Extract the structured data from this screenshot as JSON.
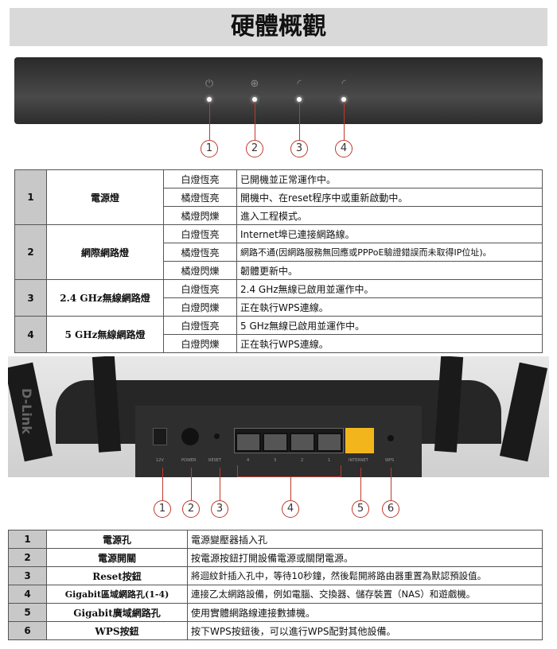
{
  "title": "硬體概觀",
  "top_callouts": [
    "1",
    "2",
    "3",
    "4"
  ],
  "led_table": [
    {
      "num": "1",
      "name": "電源燈",
      "rows": [
        [
          "白燈恆亮",
          "已開機並正常運作中。"
        ],
        [
          "橘燈恆亮",
          "開機中、在reset程序中或重新啟動中。"
        ],
        [
          "橘燈閃爍",
          "進入工程模式。"
        ]
      ]
    },
    {
      "num": "2",
      "name": "網際網路燈",
      "rows": [
        [
          "白燈恆亮",
          "Internet埠已連接網路線。"
        ],
        [
          "橘燈恆亮",
          "網路不通(因網路服務無回應或PPPoE驗證錯誤而未取得IP位址)。"
        ],
        [
          "橘燈閃爍",
          "韌體更新中。"
        ]
      ]
    },
    {
      "num": "3",
      "name": "2.4 GHz無線網路燈",
      "rows": [
        [
          "白燈恆亮",
          "2.4 GHz無線已啟用並運作中。"
        ],
        [
          "白燈閃爍",
          "正在執行WPS連線。"
        ]
      ]
    },
    {
      "num": "4",
      "name": "5 GHz無線網路燈",
      "rows": [
        [
          "白燈恆亮",
          "5 GHz無線已啟用並運作中。"
        ],
        [
          "白燈閃爍",
          "正在執行WPS連線。"
        ]
      ]
    }
  ],
  "rear_labels": {
    "dc": "12V",
    "power": "POWER",
    "reset": "RESET",
    "lan4": "4",
    "lan3": "3",
    "lan2": "2",
    "lan1": "1",
    "internet": "INTERNET",
    "wps": "WPS",
    "brand": "D-Link"
  },
  "rear_callouts": [
    "1",
    "2",
    "3",
    "4",
    "5",
    "6"
  ],
  "port_table": [
    {
      "num": "1",
      "name": "電源孔",
      "desc": "電源變壓器插入孔"
    },
    {
      "num": "2",
      "name": "電源開關",
      "desc": "按電源按鈕打開設備電源或關閉電源。"
    },
    {
      "num": "3",
      "name": "Reset按鈕",
      "desc": "將迴紋針插入孔中，等待10秒鐘，然後鬆開將路由器重置為默認預設值。"
    },
    {
      "num": "4",
      "name": "Gigabit區域網路孔(1-4)",
      "desc": "連接乙太網路設備，例如電腦、交換器、儲存裝置（NAS）和遊戲機。"
    },
    {
      "num": "5",
      "name": "Gigabit廣域網路孔",
      "desc": "使用實體網路線連接數據機。"
    },
    {
      "num": "6",
      "name": "WPS按鈕",
      "desc": "按下WPS按鈕後，可以進行WPS配對其他設備。"
    }
  ]
}
